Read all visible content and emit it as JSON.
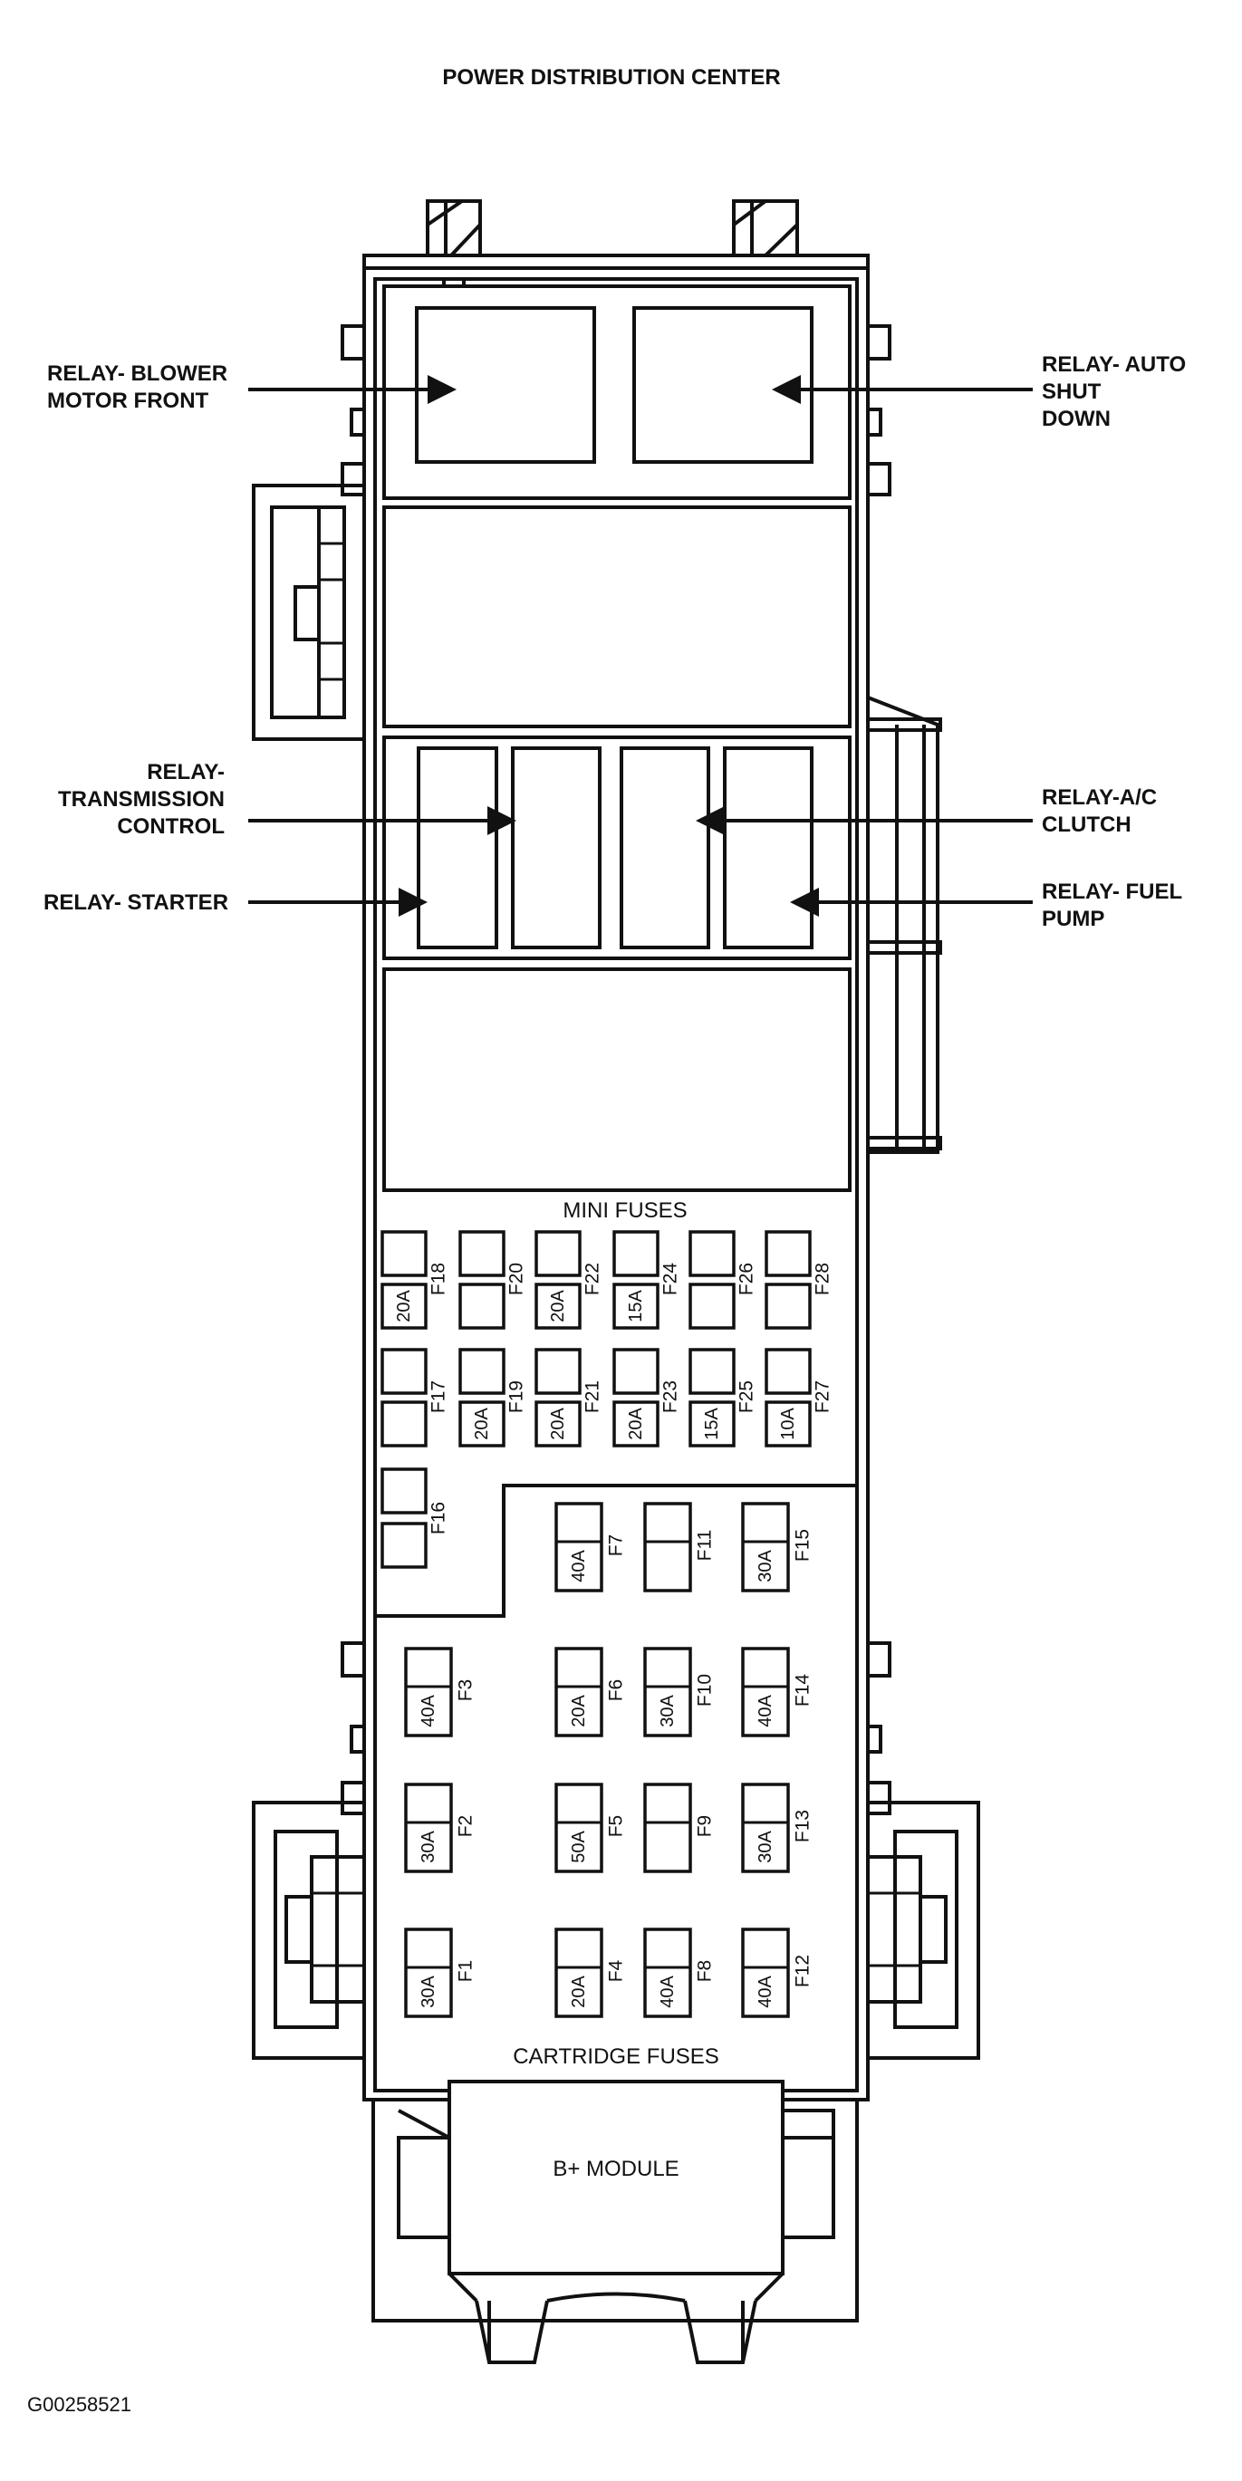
{
  "title": "POWER DISTRIBUTION CENTER",
  "figure_code": "G00258521",
  "sections": {
    "mini_fuses": "MINI FUSES",
    "cartridge_fuses": "CARTRIDGE FUSES",
    "b_plus_module": "B+ MODULE"
  },
  "callouts": {
    "blower": [
      "RELAY- BLOWER",
      "MOTOR FRONT"
    ],
    "asd": [
      "RELAY- AUTO",
      "SHUT",
      "DOWN"
    ],
    "trans": [
      "RELAY-",
      "TRANSMISSION",
      "CONTROL"
    ],
    "ac": [
      "RELAY-A/C",
      "CLUTCH"
    ],
    "starter": [
      "RELAY- STARTER"
    ],
    "fuel": [
      "RELAY- FUEL",
      "PUMP"
    ]
  },
  "mini_fuses": {
    "top_row": [
      {
        "id": "F18",
        "rating": "20A"
      },
      {
        "id": "F20",
        "rating": ""
      },
      {
        "id": "F22",
        "rating": "20A"
      },
      {
        "id": "F24",
        "rating": "15A"
      },
      {
        "id": "F26",
        "rating": ""
      },
      {
        "id": "F28",
        "rating": ""
      }
    ],
    "bottom_row": [
      {
        "id": "F17",
        "rating": ""
      },
      {
        "id": "F19",
        "rating": "20A"
      },
      {
        "id": "F21",
        "rating": "20A"
      },
      {
        "id": "F23",
        "rating": "20A"
      },
      {
        "id": "F25",
        "rating": "15A"
      },
      {
        "id": "F27",
        "rating": "10A"
      }
    ],
    "f16": {
      "id": "F16",
      "rating": ""
    }
  },
  "cartridge_fuses": [
    {
      "id": "F7",
      "rating": "40A"
    },
    {
      "id": "F11",
      "rating": ""
    },
    {
      "id": "F15",
      "rating": "30A"
    },
    {
      "id": "F3",
      "rating": "40A"
    },
    {
      "id": "F6",
      "rating": "20A"
    },
    {
      "id": "F10",
      "rating": "30A"
    },
    {
      "id": "F14",
      "rating": "40A"
    },
    {
      "id": "F2",
      "rating": "30A"
    },
    {
      "id": "F5",
      "rating": "50A"
    },
    {
      "id": "F9",
      "rating": ""
    },
    {
      "id": "F13",
      "rating": "30A"
    },
    {
      "id": "F1",
      "rating": "30A"
    },
    {
      "id": "F4",
      "rating": "20A"
    },
    {
      "id": "F8",
      "rating": "40A"
    },
    {
      "id": "F12",
      "rating": "40A"
    }
  ]
}
